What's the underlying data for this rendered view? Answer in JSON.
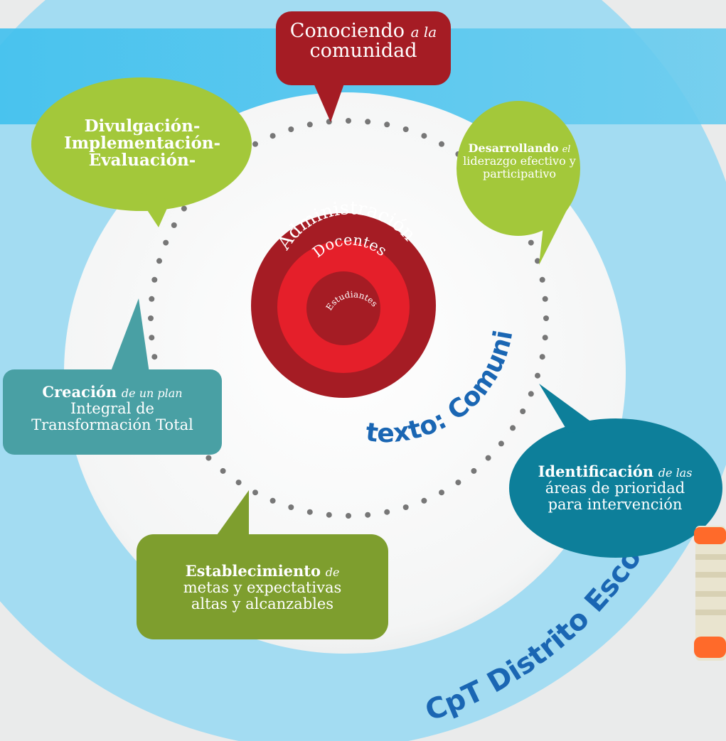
{
  "diagram": {
    "outer_label": "CpT Distrito Escolar",
    "context_label": "Contexto: Comunidad",
    "core_rings": [
      {
        "label": "Administración",
        "color": "#a51c24"
      },
      {
        "label": "Docentes",
        "color": "#e51f2a"
      },
      {
        "label": "Estudiantes",
        "color": "#a51c24"
      }
    ],
    "steps": [
      {
        "id": "conociendo",
        "bold": "",
        "italic": "Conociendo a la",
        "line1_normal": "Conociendo",
        "line1_italic": "a la",
        "line2": "comunidad",
        "color": "#a51c24"
      },
      {
        "id": "desarrollando",
        "bold": "Desarrollando",
        "italic": "el",
        "line2": "liderazgo efectivo y",
        "line3": "participativo",
        "color": "#a3c83a"
      },
      {
        "id": "identificacion",
        "bold": "Identificación",
        "italic": "de las",
        "line2": "áreas de prioridad",
        "line3": "para intervención",
        "color": "#0d7f9a"
      },
      {
        "id": "establecimiento",
        "bold": "Establecimiento",
        "italic": "de",
        "line2": "metas y expectativas",
        "line3": "altas y alcanzables",
        "color": "#7e9e2e"
      },
      {
        "id": "creacion",
        "bold": "Creación",
        "italic": "de un plan",
        "line2": "Integral de",
        "line3": "Transformación Total",
        "color": "#49a0a4"
      },
      {
        "id": "divulgacion",
        "line1": "Divulgación-",
        "line2": "Implementación-",
        "line3": "Evaluación-",
        "color": "#a3c83a"
      }
    ],
    "colors": {
      "sky": "#a3dcf2",
      "bright_blue": "#36b8e8",
      "inner_disc": "#ffffff",
      "dots": "#777777",
      "text_blue": "#1a66b3"
    }
  }
}
